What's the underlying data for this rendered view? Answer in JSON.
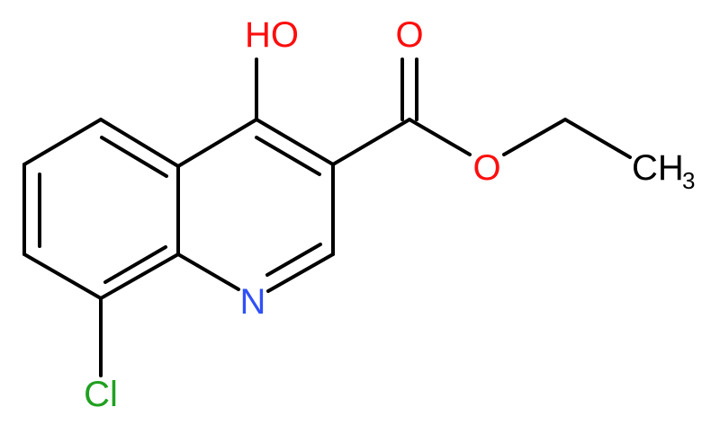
{
  "colors": {
    "bond": "#000000",
    "oxygen": "#ff0d0d",
    "nitrogen": "#3050f8",
    "chlorine": "#1fa01f",
    "carbon": "#000000",
    "background": "#ffffff"
  },
  "atoms": {
    "hydroxyl": "HO",
    "carbonyl_oxygen": "O",
    "ester_oxygen": "O",
    "methyl": "CH",
    "methyl_subscript": "3",
    "ring_nitrogen": "N",
    "chlorine": "Cl"
  }
}
